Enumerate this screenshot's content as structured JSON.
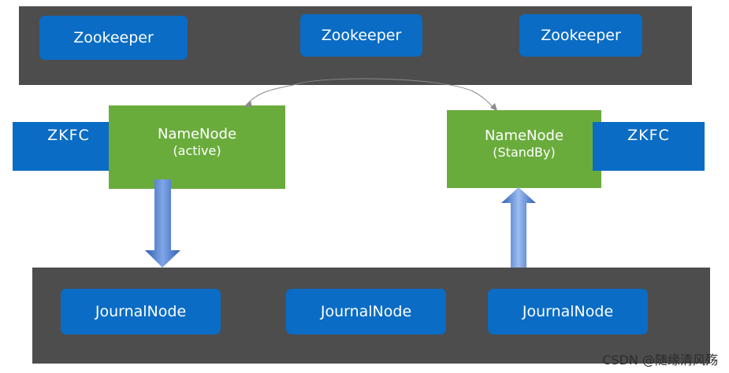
{
  "zookeeper_layer": {
    "nodes": [
      {
        "label": "Zookeeper"
      },
      {
        "label": "Zookeeper"
      },
      {
        "label": "Zookeeper"
      }
    ]
  },
  "namenodes": {
    "active": {
      "zkfc_label": "ZKFC",
      "name": "NameNode",
      "state": "(active)"
    },
    "standby": {
      "zkfc_label": "ZKFC",
      "name": "NameNode",
      "state": "(StandBy)"
    }
  },
  "journal_layer": {
    "nodes": [
      {
        "label": "JournalNode"
      },
      {
        "label": "JournalNode"
      },
      {
        "label": "JournalNode"
      }
    ]
  },
  "watermark": "CSDN @随缘清风殇",
  "colors": {
    "band": "#4d4d4d",
    "service_box": "#0a6cc4",
    "namenode": "#6aac3c",
    "arrow_dark": "#2f5fb5",
    "arrow_light": "#9dbdf0"
  }
}
